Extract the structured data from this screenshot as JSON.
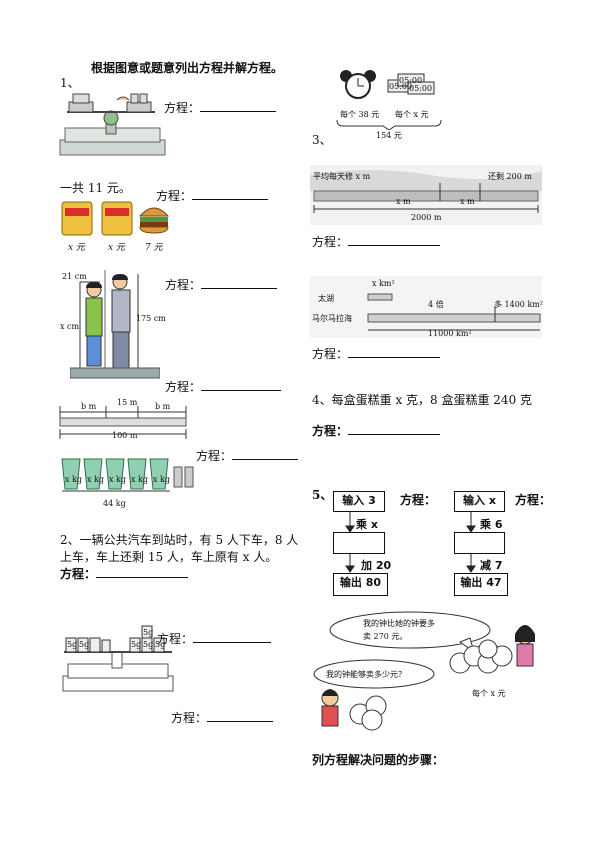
{
  "title": "根据图意或题意列出方程并解方程。",
  "q1": {
    "num": "1、",
    "equation_label": "方程：",
    "total_text": "一共 11 元。",
    "snack_prices": [
      "x 元",
      "x 元",
      "7 元"
    ],
    "heights": {
      "top": "21 cm",
      "right": "175 cm",
      "left": "x cm"
    },
    "road": {
      "seg1": "b m",
      "seg2": "15 m",
      "seg3": "b m",
      "total": "100 m"
    },
    "bucket_label": "x kg",
    "bucket_total": "44 kg"
  },
  "q2": {
    "text_line1": "2、一辆公共汽车到站时，有 5 人下车，8 人",
    "text_line2": "上车，车上还剩 15 人，车上原有 x 人。",
    "equation_label": "方程："
  },
  "q3": {
    "num": "3、",
    "equation_label": "方程：",
    "clock_caption": [
      "每个 38 元",
      "每个 x 元"
    ],
    "clock_total": "154 元",
    "clock_displays": [
      "05:00",
      "05:00",
      "05:00"
    ],
    "road": {
      "daily": "平均每天修 x m",
      "remain": "还剩 200 m",
      "seg1": "x m",
      "seg2": "x m",
      "total": "2000 m"
    },
    "lake": {
      "taihu": "太湖",
      "taihu_area": "x km²",
      "times": "4 倍",
      "more": "多 1400 km²",
      "maerma": "马尔马拉海",
      "total": "11000 km²"
    }
  },
  "q4": {
    "text": "4、每盒蛋糕重 x 克，8 盒蛋糕重 240 克",
    "equation_label": "方程："
  },
  "q5": {
    "num": "5、",
    "equation_label": "方程：",
    "flow_left": {
      "input": "输入 3",
      "op1": "乘 x",
      "op2": "加 20",
      "output": "输出 80"
    },
    "flow_right": {
      "input": "输入 x",
      "op1": "乘 6",
      "op2": "减 7",
      "output": "输出 47"
    },
    "bubble_girl": [
      "我的钟比她的钟要多",
      "卖 270 元。"
    ],
    "bubble_boy": "我的钟能够卖多少元？",
    "clock_price": "每个 x 元"
  },
  "weights": [
    "5g",
    "5g",
    "5g",
    "5g",
    "5g",
    "5g"
  ],
  "steps_title": "列方程解决问题的步骤："
}
